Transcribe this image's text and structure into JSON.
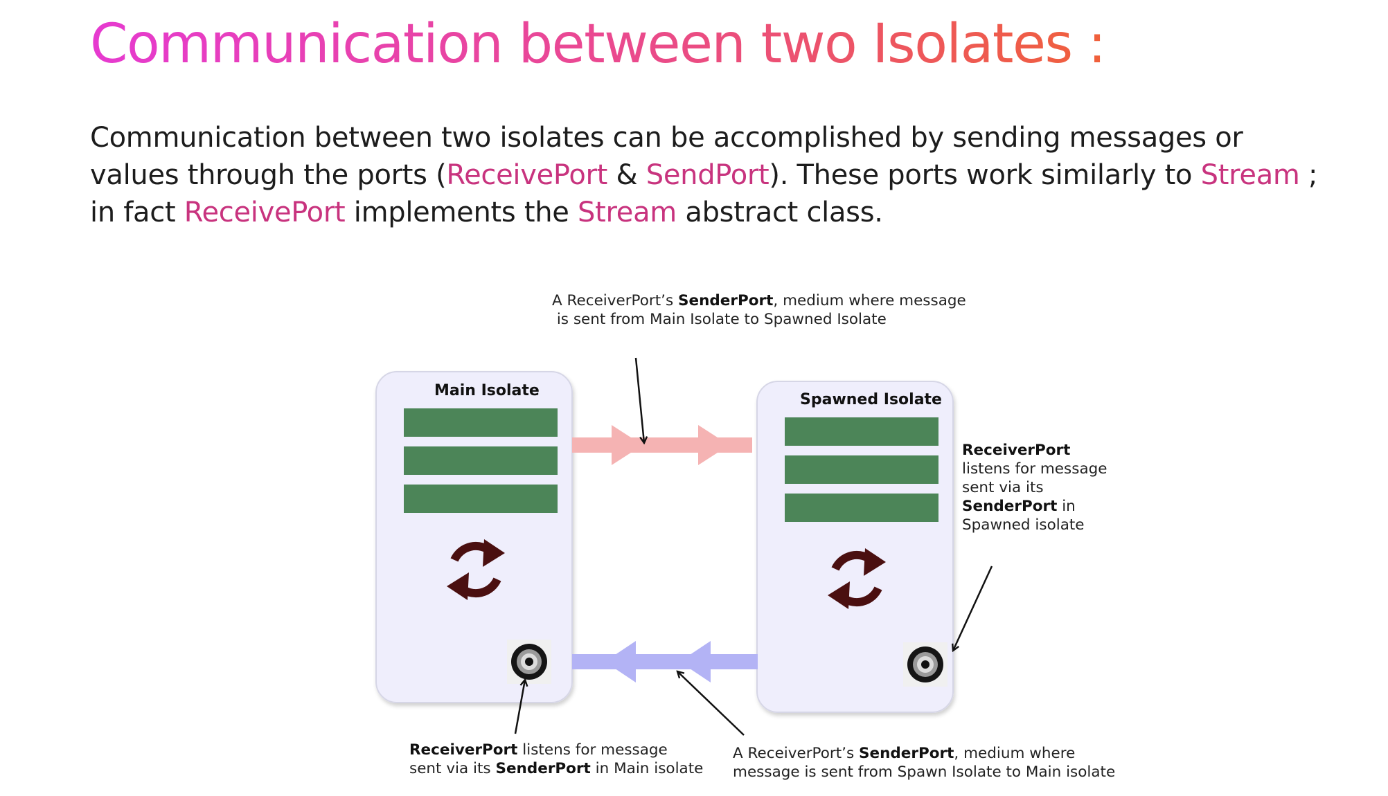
{
  "title": "Communication between two Isolates :",
  "intro": {
    "p1": "Communication between two isolates can be accomplished by sending messages or values through the ports (",
    "receive_port": "ReceivePort",
    "amp": " & ",
    "send_port": "SendPort",
    "p2": "). These ports work similarly to ",
    "stream": "Stream",
    "p3": " ; in fact ",
    "receive_port_2": "ReceivePort",
    "p4": " implements the ",
    "stream_2": "Stream",
    "p5": " abstract class."
  },
  "diagram": {
    "main_isolate_label": "Main Isolate",
    "spawned_isolate_label": "Spawned Isolate",
    "top_annotation": {
      "line1_pre": "A ReceiverPort’s  ",
      "line1_bold": "SenderPort",
      "line1_post": ", medium where message",
      "line2": " is sent from Main Isolate to Spawned Isolate"
    },
    "right_annotation": {
      "line1_bold": "ReceiverPort",
      "line2": "listens for message",
      "line3": "sent via its",
      "line4_bold": "SenderPort",
      "line4_post": " in",
      "line5": "Spawned isolate"
    },
    "bottom_left_annotation": {
      "line1_bold": "ReceiverPort",
      "line1_post": " listens for message",
      "line2_pre": "sent via its ",
      "line2_bold": "SenderPort",
      "line2_post": " in Main isolate"
    },
    "bottom_right_annotation": {
      "line1_pre": "A ReceiverPort’s ",
      "line1_bold": "SenderPort",
      "line1_post": ", medium where",
      "line2": "message is sent from Spawn Isolate to Main isolate"
    },
    "colors": {
      "box_fill": "#efeefc",
      "bar_fill": "#4c8558",
      "cycle_icon": "#4a0f10",
      "top_arrow": "#f5b3b3",
      "bottom_arrow": "#b3b3f5"
    },
    "icons": [
      "cycle-icon",
      "port-icon"
    ]
  }
}
